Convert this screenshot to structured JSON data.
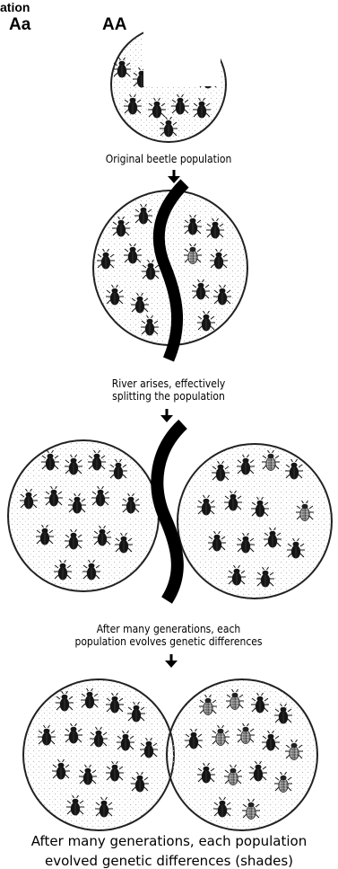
{
  "header": {
    "title_fragment": "ation",
    "genotype_left": "Aa",
    "genotype_right": "AA"
  },
  "captions": {
    "step1": "Original beetle population",
    "step2_line1": "River arises, effectively",
    "step2_line2": "splitting the population",
    "step3_line1": "After many generations, each",
    "step3_line2": "population evolves genetic differences",
    "step4_line1": "After many generations, each population",
    "step4_line2": "evolved genetic differences (shades)"
  },
  "colors": {
    "beetle_dark": "#1a1a1a",
    "beetle_shaded": "#8a8a8a",
    "river": "#000000",
    "circle_stroke": "#222222",
    "background_dots": "#b8b8b8"
  },
  "icons": {
    "arrow": "down-arrow-icon",
    "beetle": "beetle-icon",
    "river": "river-band"
  }
}
